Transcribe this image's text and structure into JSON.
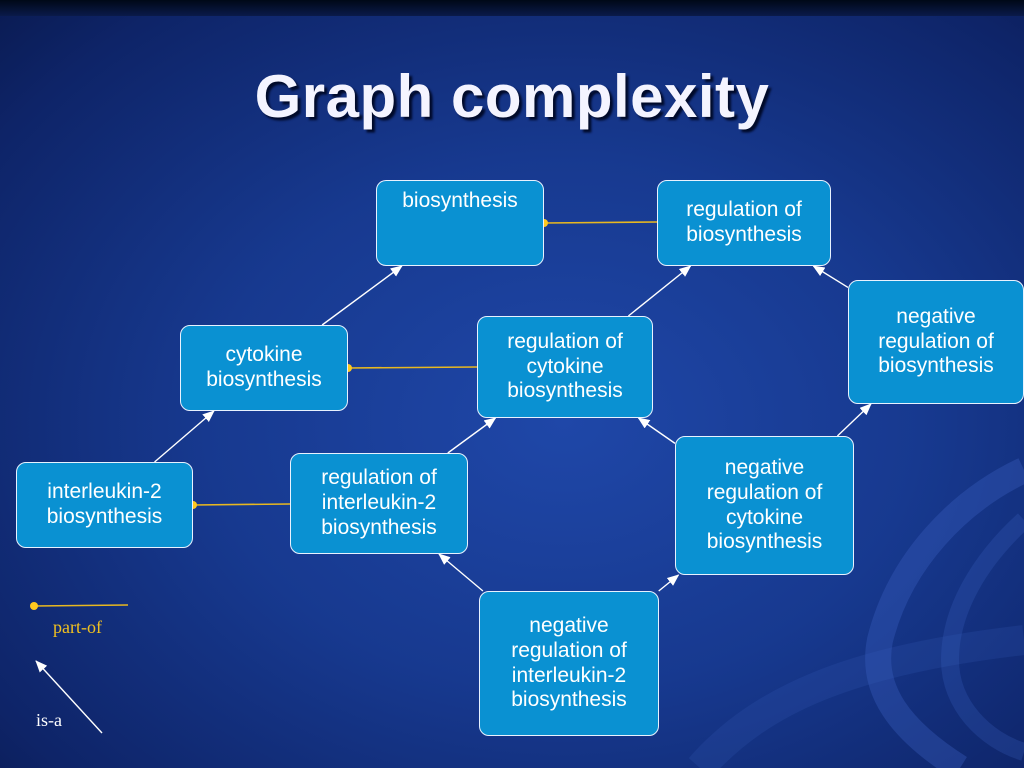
{
  "title": "Graph complexity",
  "nodes": {
    "biosynthesis": "biosynthesis",
    "regulation_of_biosynthesis": "regulation of\nbiosynthesis",
    "negative_regulation_of_biosynthesis": "negative\nregulation of\nbiosynthesis",
    "cytokine_biosynthesis": "cytokine\nbiosynthesis",
    "regulation_of_cytokine_biosynthesis": "regulation of\ncytokine\nbiosynthesis",
    "interleukin2_biosynthesis": "interleukin-2\nbiosynthesis",
    "regulation_of_interleukin2_biosynthesis": "regulation of\ninterleukin-2\nbiosynthesis",
    "negative_regulation_of_cytokine_biosynthesis": "negative\nregulation of\ncytokine\nbiosynthesis",
    "negative_regulation_of_interleukin2_biosynthesis": "negative\nregulation of\ninterleukin-2\nbiosynthesis"
  },
  "edges": {
    "part_of": [
      [
        "regulation_of_biosynthesis",
        "biosynthesis"
      ],
      [
        "regulation_of_cytokine_biosynthesis",
        "cytokine_biosynthesis"
      ],
      [
        "regulation_of_interleukin2_biosynthesis",
        "interleukin2_biosynthesis"
      ]
    ],
    "is_a": [
      [
        "cytokine_biosynthesis",
        "biosynthesis"
      ],
      [
        "interleukin2_biosynthesis",
        "cytokine_biosynthesis"
      ],
      [
        "regulation_of_cytokine_biosynthesis",
        "regulation_of_biosynthesis"
      ],
      [
        "negative_regulation_of_biosynthesis",
        "regulation_of_biosynthesis"
      ],
      [
        "regulation_of_interleukin2_biosynthesis",
        "regulation_of_cytokine_biosynthesis"
      ],
      [
        "negative_regulation_of_cytokine_biosynthesis",
        "regulation_of_cytokine_biosynthesis"
      ],
      [
        "negative_regulation_of_cytokine_biosynthesis",
        "negative_regulation_of_biosynthesis"
      ],
      [
        "negative_regulation_of_interleukin2_biosynthesis",
        "regulation_of_interleukin2_biosynthesis"
      ],
      [
        "negative_regulation_of_interleukin2_biosynthesis",
        "negative_regulation_of_cytokine_biosynthesis"
      ]
    ]
  },
  "legend": {
    "part_of_label": "part-of",
    "is_a_label": "is-a"
  },
  "colors": {
    "node_fill": "#0a91d2",
    "node_border": "#e8f2ff",
    "part_of_line": "#e8b820",
    "part_of_dot": "#ffc81e",
    "is_a_line": "#ffffff"
  }
}
